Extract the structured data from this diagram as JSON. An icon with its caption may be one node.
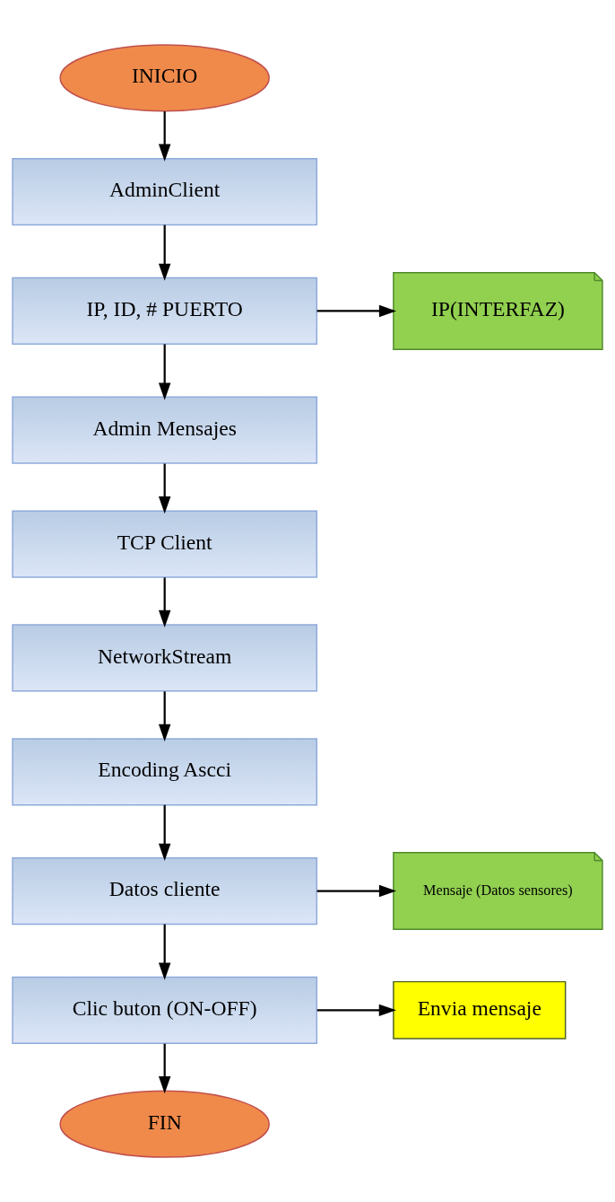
{
  "diagram": {
    "nodes": [
      {
        "text": [
          "INICIO"
        ]
      },
      {
        "text": [
          "AdminClient"
        ]
      },
      {
        "text": [
          "IP, ID, # PUERTO"
        ]
      },
      {
        "text": [
          "IP(INTERFAZ)"
        ]
      },
      {
        "text": [
          "Admin Mensajes"
        ]
      },
      {
        "text": [
          "TCP Client"
        ]
      },
      {
        "text": [
          "NetworkStream"
        ]
      },
      {
        "text": [
          "Encoding Ascci"
        ]
      },
      {
        "text": [
          "Datos cliente"
        ]
      },
      {
        "text": [
          "Mensaje (Datos sensores)"
        ]
      },
      {
        "text": [
          "Clic buton (ON-OFF)"
        ]
      },
      {
        "text": [
          "Envia mensaje"
        ]
      },
      {
        "text": [
          "FIN"
        ]
      }
    ],
    "edges": [
      {
        "from": 0,
        "to": 1,
        "arrow": "to"
      },
      {
        "from": 1,
        "to": 2,
        "arrow": "to"
      },
      {
        "from": 2,
        "to": 3,
        "arrow": "to"
      },
      {
        "from": 2,
        "to": 4,
        "arrow": "to"
      },
      {
        "from": 4,
        "to": 5,
        "arrow": "to"
      },
      {
        "from": 5,
        "to": 6,
        "arrow": "to"
      },
      {
        "from": 6,
        "to": 7,
        "arrow": "to"
      },
      {
        "from": 7,
        "to": 8,
        "arrow": "to"
      },
      {
        "from": 8,
        "to": 9,
        "arrow": "to"
      },
      {
        "from": 8,
        "to": 10,
        "arrow": "to"
      },
      {
        "from": 10,
        "to": 11,
        "arrow": "to"
      },
      {
        "from": 10,
        "to": 12,
        "arrow": "to"
      }
    ]
  }
}
